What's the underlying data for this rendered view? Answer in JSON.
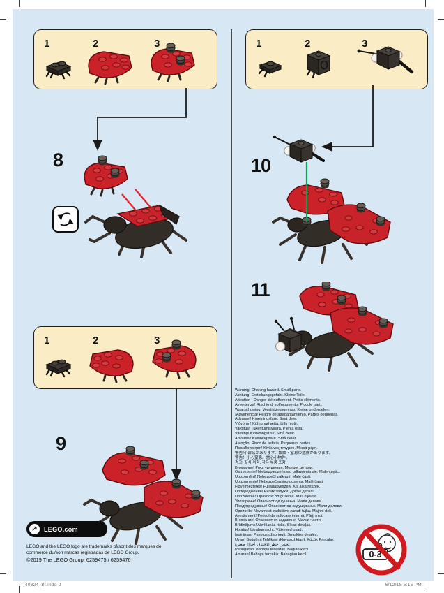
{
  "page": {
    "footer_left": "40324_BI.indd   2",
    "footer_right": "6/12/18   5:15 PM"
  },
  "colors": {
    "page_background": "#d7e8f4",
    "parts_box_fill": "#faedc5",
    "brick_red": "#cb2229",
    "brick_dark": "#332d28",
    "guide_green": "#00a651",
    "arrow_red": "#e8222a",
    "warning_ring_red": "#cf1a20"
  },
  "left_column": {
    "parts_box_top": {
      "nums": [
        "1",
        "2",
        "3"
      ]
    },
    "step_8": {
      "label": "8"
    },
    "parts_box_bottom": {
      "nums": [
        "1",
        "2",
        "3"
      ]
    },
    "step_9": {
      "label": "9"
    },
    "lego_badge": {
      "arrow_glyph": "↗",
      "label": "LEGO.com"
    },
    "legal": {
      "lines": [
        "LEGO and the LEGO logo are trademarks of/sont des marques de",
        "commerce du/son marcas registradas de LEGO Group.",
        "©2019 The LEGO Group. 6259475 / 6259476"
      ]
    }
  },
  "right_column": {
    "parts_box": {
      "nums": [
        "1",
        "2",
        "3"
      ]
    },
    "step_10": {
      "label": "10"
    },
    "step_11": {
      "label": "11"
    },
    "age_warning": {
      "label": "0-3"
    },
    "warnings": {
      "lines": [
        "Warning! Choking hazard. Small parts.",
        "Achtung! Erstickungsgefahr. Kleine Teile.",
        "Attention ! Danger d'étouffement. Petits éléments.",
        "Avvertenza! Rischio di soffocamento. Piccole parti.",
        "Waarschuwing! Verstikkingsgevaar. Kleine onderdelen.",
        "¡Advertencia! Peligro de atragantamiento. Partes pequeñas.",
        "Advarsel! Kvælningsfare. Små dele.",
        "Viðvörun! Köfnunarhætta. Litlir hlutir.",
        "Varoitus! Tukehtumisvaara. Pieniä osia.",
        "Varning! Kvävningsrisk. Små delar.",
        "Advarsel! Kvelningsfare. Små deler.",
        "Atenção! Risco de asfixia. Pequenas partes.",
        "Προειδοποίηση! Κίνδυνος πνιγμού. Μικρά μέρη.",
        "警告!小部品があります。誤飲・窒息の危険があります。",
        "警告！小心窒息。當心小物件。",
        "경고! 질식 위험. 작은 부품 포함.",
        "Внимание! Риск удушения. Мелкие детали.",
        "Ostrzeżenie! Niebezpieczeństwo udławienia się. Małe części.",
        "Upozornění! Nebezpečí zalknutí. Malé části.",
        "Upozornenie! Nebezpečenstvo dusenia. Malé časti.",
        "Figyelmeztetés! Fulladásveszély. Kis alkatrészek.",
        "Попередження! Ризик задухи. Дрібні деталі.",
        "Upozorenje! Opasnost od gušenja. Mali dijelovi.",
        "Упозорење! Опасност од гушења. Мали делови.",
        "Предупредување! Опасност од задушување. Мали делови.",
        "Opozorilo! Nevarnost zadušitve zaradi tujka. Majhni deli.",
        "Avertisment! Pericol de sufocare internă. Părți mici.",
        "Внимание! Опасност от задавяне. Малки части.",
        "Brīdinājums! Aizrīšanās risks. Sīkas detaļas.",
        "Hoiatus! Lämbumisoht. Väikesed osad.",
        "Įspėjimas! Pavojus užspringti. Smulkios detalės.",
        "Uyarı! Boğulma Tehlikesi (Havasızlıktan). Küçük Parçalar.",
        "تحذير! خطر الاختناق. أجزاء صغيرة.",
        "Peringatan! Bahaya tersedak. Bagian kecil.",
        "Amaran! Bahaya tercekik. Bahagian kecil."
      ]
    }
  }
}
